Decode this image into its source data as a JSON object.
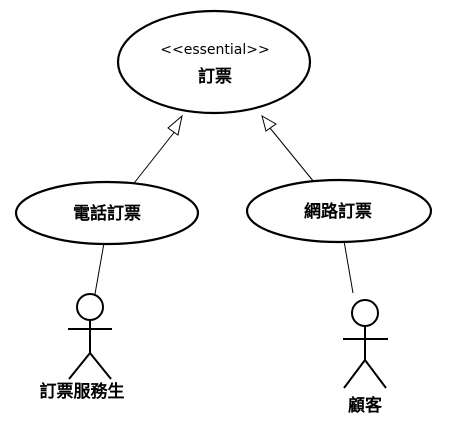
{
  "use_cases": {
    "base": {
      "stereotype": "<<essential>>",
      "name": "訂票"
    },
    "phone": {
      "name": "電話訂票"
    },
    "web": {
      "name": "網路訂票"
    }
  },
  "actors": {
    "agent": {
      "name": "訂票服務生"
    },
    "customer": {
      "name": "顧客"
    }
  },
  "relationships": [
    {
      "type": "generalization",
      "from": "電話訂票",
      "to": "訂票"
    },
    {
      "type": "generalization",
      "from": "網路訂票",
      "to": "訂票"
    },
    {
      "type": "association",
      "from": "訂票服務生",
      "to": "電話訂票"
    },
    {
      "type": "association",
      "from": "顧客",
      "to": "網路訂票"
    }
  ]
}
